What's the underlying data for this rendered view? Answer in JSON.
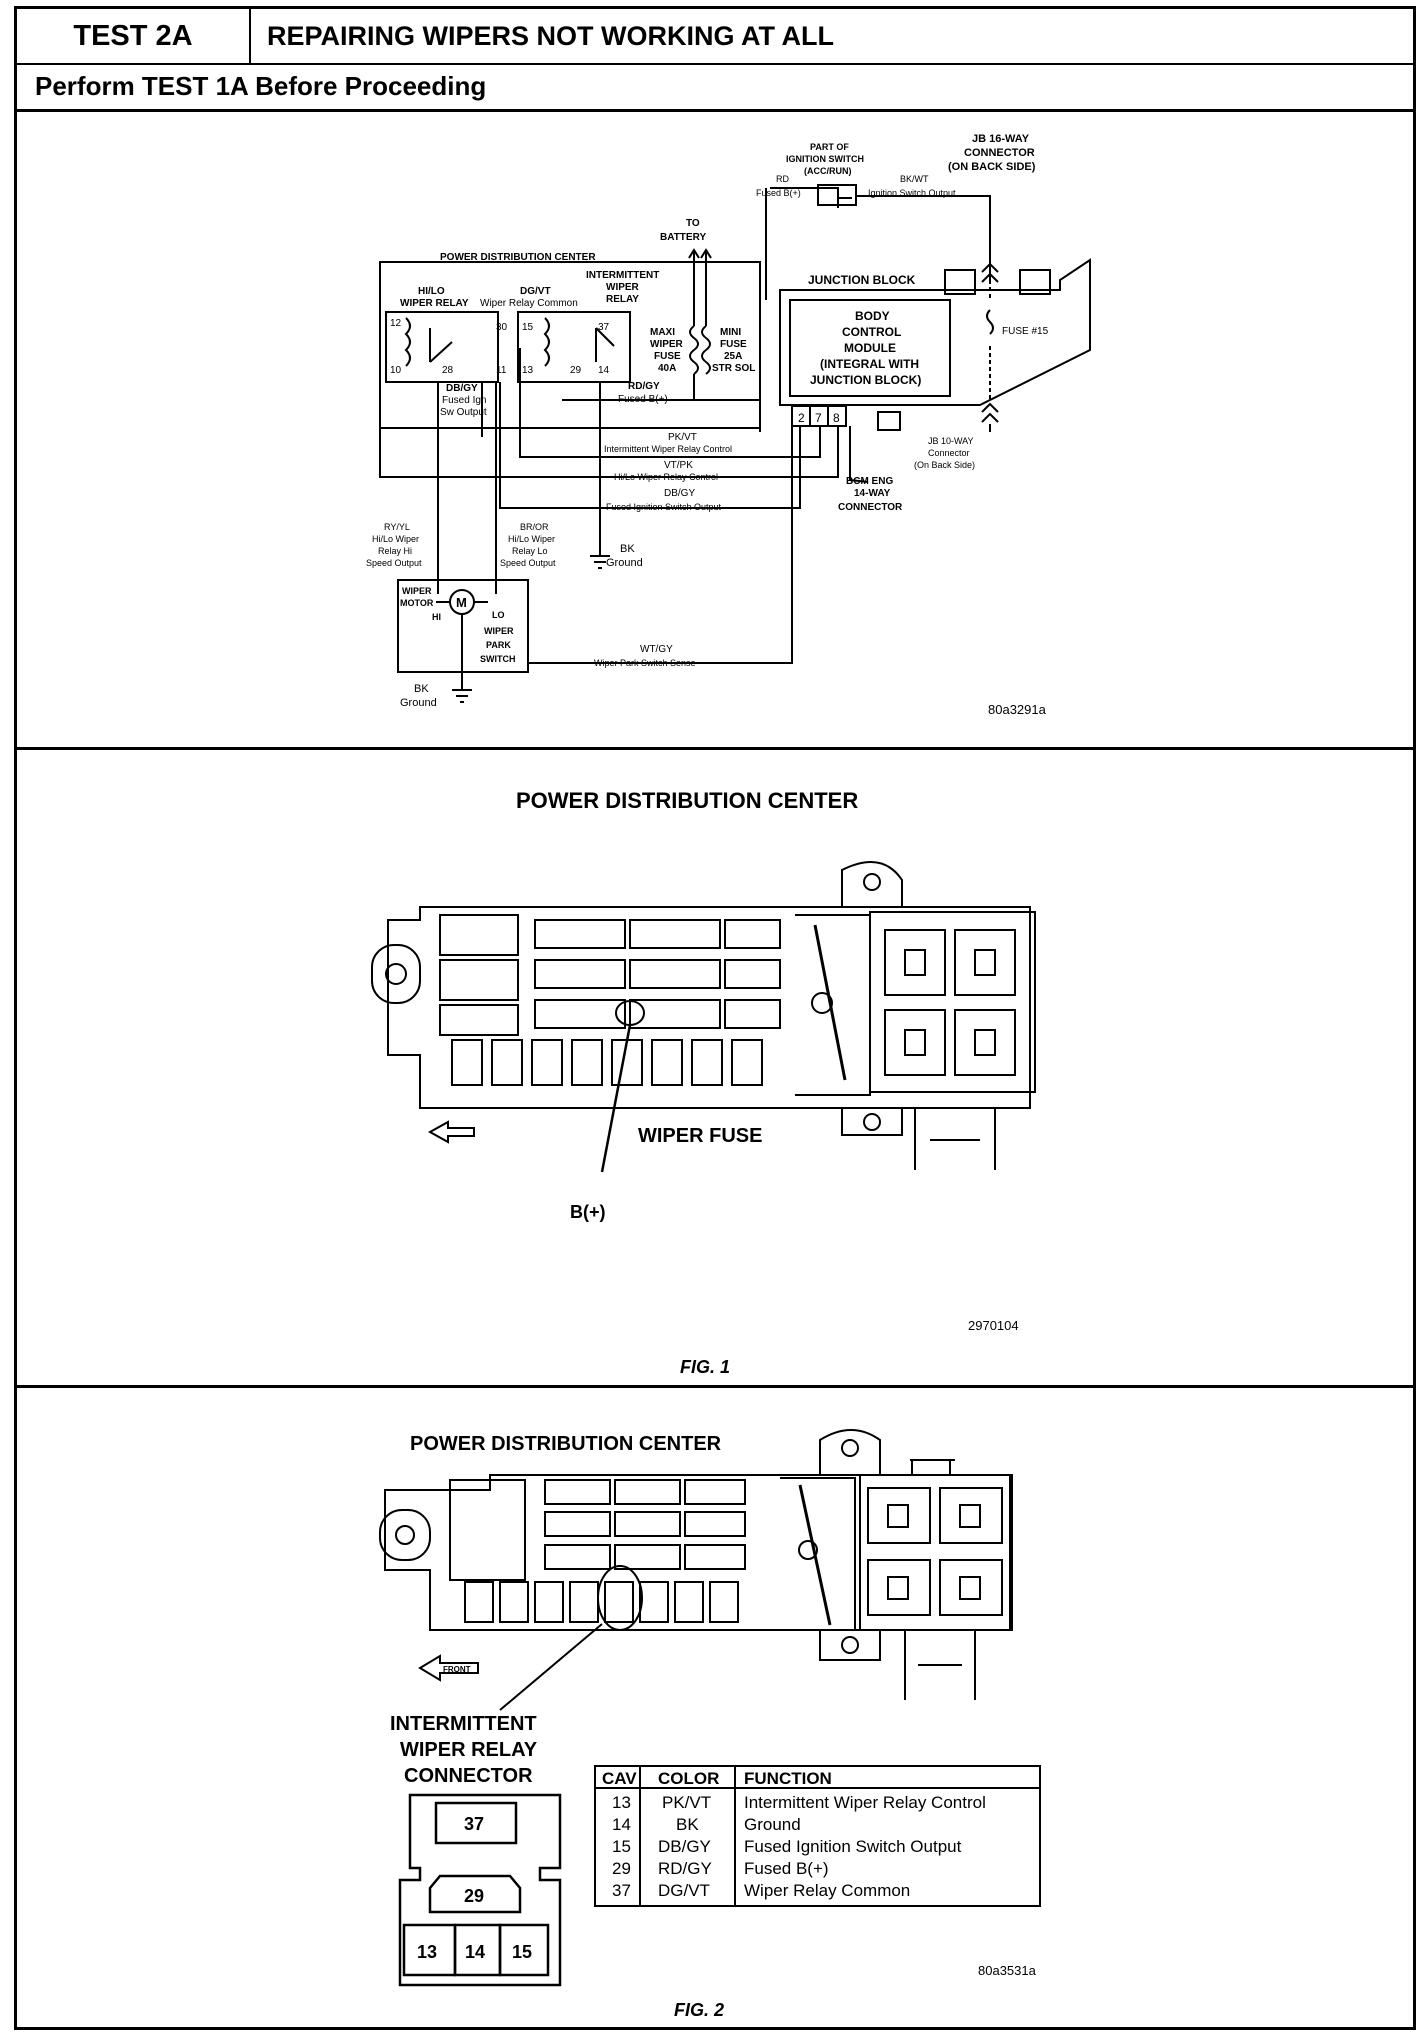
{
  "header": {
    "test_id": "TEST 2A",
    "title": "REPAIRING WIPERS NOT WORKING AT ALL",
    "subtitle": "Perform TEST 1A Before Proceeding"
  },
  "schematic": {
    "pdc_title": "POWER DISTRIBUTION CENTER",
    "hilo_relay": [
      "HI/LO",
      "WIPER RELAY"
    ],
    "dgvt": [
      "DG/VT",
      "Wiper Relay Common"
    ],
    "int_relay": [
      "INTERMITTENT",
      "WIPER",
      "RELAY"
    ],
    "to_battery": [
      "TO",
      "BATTERY"
    ],
    "maxi_fuse": [
      "MAXI",
      "WIPER",
      "FUSE",
      "40A"
    ],
    "mini_fuse": [
      "MINI",
      "FUSE",
      "25A",
      "STR SOL"
    ],
    "pins": [
      "12",
      "10",
      "28",
      "30",
      "11",
      "15",
      "13",
      "29",
      "37",
      "14"
    ],
    "dbgy_fused": [
      "DB/GY",
      "Fused Ign",
      "Sw Output"
    ],
    "rdgy": [
      "RD/GY",
      "Fused B(+)"
    ],
    "ign_switch": [
      "PART OF",
      "IGNITION SWITCH",
      "(ACC/RUN)"
    ],
    "rd_fused": [
      "RD",
      "Fused B(+)"
    ],
    "bkwt": [
      "BK/WT",
      "Ignition Switch Output"
    ],
    "jb16": [
      "JB 16-WAY",
      "CONNECTOR",
      "(ON BACK SIDE)"
    ],
    "junction_block": "JUNCTION BLOCK",
    "bcm": [
      "BODY",
      "CONTROL",
      "MODULE",
      "(INTEGRAL WITH",
      "JUNCTION BLOCK)"
    ],
    "fuse15": "FUSE #15",
    "jb10": [
      "JB 10-WAY",
      "Connector",
      "(On Back Side)"
    ],
    "bcm_pins": [
      "2",
      "7",
      "8"
    ],
    "bcm_eng": [
      "BCM ENG",
      "14-WAY",
      "CONNECTOR"
    ],
    "pkvt": [
      "PK/VT",
      "Intermittent Wiper Relay Control"
    ],
    "vtpk": [
      "VT/PK",
      "Hi/Lo Wiper Relay Control"
    ],
    "dbgy2": [
      "DB/GY",
      "Fused Ignition Switch Output"
    ],
    "rdyl": [
      "RY/YL",
      "Hi/Lo Wiper",
      "Relay Hi",
      "Speed Output"
    ],
    "bror": [
      "BR/OR",
      "Hi/Lo Wiper",
      "Relay Lo",
      "Speed Output"
    ],
    "bk_ground1": [
      "BK",
      "Ground"
    ],
    "wiper_motor": [
      "WIPER",
      "MOTOR",
      "HI"
    ],
    "motor_m": "M",
    "park_switch": [
      "LO",
      "WIPER",
      "PARK",
      "SWITCH"
    ],
    "wtgy": [
      "WT/GY",
      "Wiper Park Switch Sense"
    ],
    "bk_ground2": [
      "BK",
      "Ground"
    ],
    "code": "80a3291a"
  },
  "fig1": {
    "title": "POWER DISTRIBUTION CENTER",
    "wiper_fuse": "WIPER FUSE",
    "b_plus": "B(+)",
    "code": "2970104",
    "caption": "FIG. 1"
  },
  "fig2": {
    "title": "POWER DISTRIBUTION CENTER",
    "front": "FRONT",
    "connector_label": [
      "INTERMITTENT",
      "WIPER RELAY",
      "CONNECTOR"
    ],
    "cavities": [
      "37",
      "29",
      "13",
      "14",
      "15"
    ],
    "table": {
      "headers": [
        "CAV",
        "COLOR",
        "FUNCTION"
      ],
      "rows": [
        [
          "13",
          "PK/VT",
          "Intermittent Wiper Relay Control"
        ],
        [
          "14",
          "BK",
          "Ground"
        ],
        [
          "15",
          "DB/GY",
          "Fused Ignition Switch Output"
        ],
        [
          "29",
          "RD/GY",
          "Fused B(+)"
        ],
        [
          "37",
          "DG/VT",
          "Wiper Relay Common"
        ]
      ]
    },
    "code": "80a3531a",
    "caption": "FIG. 2"
  }
}
